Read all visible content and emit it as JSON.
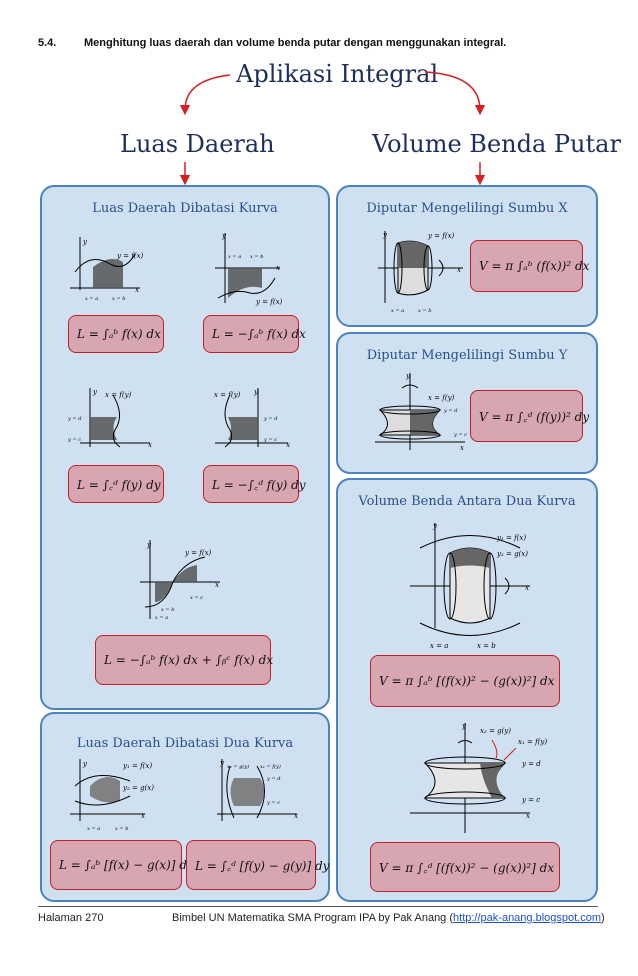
{
  "section": {
    "number": "5.4.",
    "text": "Menghitung luas daerah dan volume benda putar dengan menggunakan integral."
  },
  "main_title": "Aplikasi Integral",
  "left_title": "Luas Daerah",
  "right_title": "Volume Benda Putar",
  "panels": {
    "kurva": "Luas Daerah Dibatasi Kurva",
    "dua_kurva": "Luas Daerah Dibatasi Dua Kurva",
    "sumbu_x": "Diputar Mengelilingi Sumbu X",
    "sumbu_y": "Diputar Mengelilingi Sumbu Y",
    "antara": "Volume Benda Antara Dua Kurva"
  },
  "formulas": {
    "f1": "L = ∫ₐᵇ f(x) dx",
    "f2": "L = −∫ₐᵇ f(x) dx",
    "f3": "L = ∫꜀ᵈ f(y) dy",
    "f4": "L = −∫꜀ᵈ f(y) dy",
    "f5": "L = −∫ₐᵇ f(x) dx + ∫ᵦᶜ f(x) dx",
    "f6": "L = ∫ₐᵇ [f(x) − g(x)] dx",
    "f7": "L = ∫꜀ᵈ [f(y) − g(y)] dy",
    "v1": "V = π ∫ₐᵇ (f(x))² dx",
    "v2": "V = π ∫꜀ᵈ (f(y))² dy",
    "v3": "V = π ∫ₐᵇ [(f(x))² − (g(x))²] dx",
    "v4": "V = π ∫꜀ᵈ [(f(x))² − (g(x))²] dx"
  },
  "labels": {
    "y": "y",
    "x": "x",
    "yfx": "y = f(x)",
    "xfy": "x = f(y)",
    "xa": "x = a",
    "xb": "x = b",
    "xc": "x = c",
    "yc": "y = c",
    "yd": "y = d",
    "y1": "y₁ = f(x)",
    "y2": "y₂ = g(x)",
    "x1": "x₁ = f(y)",
    "x2": "x₂ = g(y)"
  },
  "footer": {
    "page": "Halaman 270",
    "text": "Bimbel UN Matematika SMA Program IPA by Pak Anang (",
    "link": "http://pak-anang.blogspot.com",
    "close": ")"
  },
  "colors": {
    "panel": "#cfe0f1",
    "panel_border": "#4d83c1",
    "formula_bg": "#d7a6b0",
    "formula_border": "#c0202a",
    "arrow": "#d42020",
    "title": "#1e2e5c"
  }
}
